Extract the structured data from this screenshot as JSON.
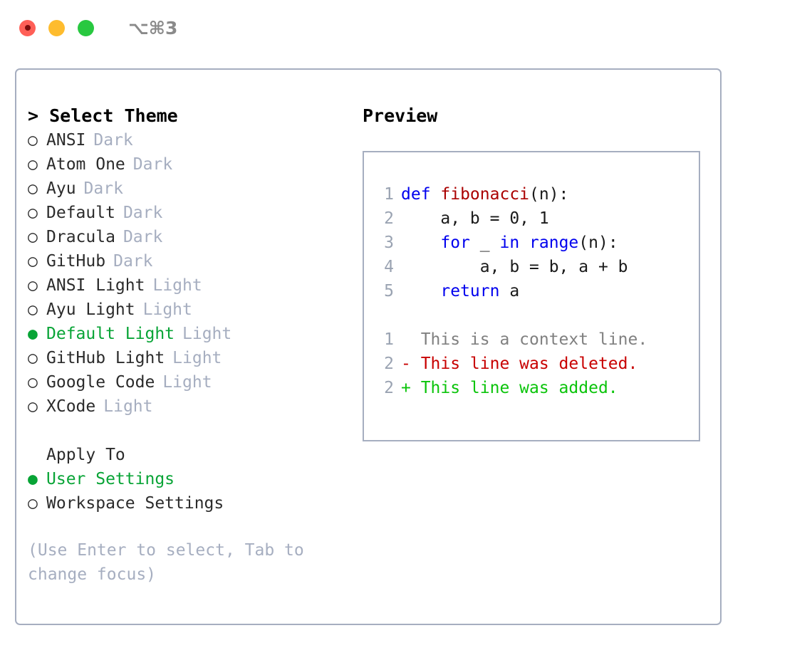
{
  "titlebar": {
    "lights": [
      {
        "name": "close",
        "color": "#ff5f57"
      },
      {
        "name": "minimize",
        "color": "#febc2e"
      },
      {
        "name": "zoom",
        "color": "#28c840"
      }
    ],
    "shortcut": "⌥⌘3"
  },
  "theme_picker": {
    "heading": "> Select Theme",
    "bullet_unselected": "○",
    "bullet_selected": "●",
    "items": [
      {
        "name": "ANSI",
        "tag": "Dark",
        "selected": false
      },
      {
        "name": "Atom One",
        "tag": "Dark",
        "selected": false
      },
      {
        "name": "Ayu",
        "tag": "Dark",
        "selected": false
      },
      {
        "name": "Default",
        "tag": "Dark",
        "selected": false
      },
      {
        "name": "Dracula",
        "tag": "Dark",
        "selected": false
      },
      {
        "name": "GitHub",
        "tag": "Dark",
        "selected": false
      },
      {
        "name": "ANSI Light",
        "tag": "Light",
        "selected": false
      },
      {
        "name": "Ayu Light",
        "tag": "Light",
        "selected": false
      },
      {
        "name": "Default Light",
        "tag": "Light",
        "selected": true
      },
      {
        "name": "GitHub Light",
        "tag": "Light",
        "selected": false
      },
      {
        "name": "Google Code",
        "tag": "Light",
        "selected": false
      },
      {
        "name": "XCode",
        "tag": "Light",
        "selected": false
      }
    ]
  },
  "apply_to": {
    "heading": "Apply To",
    "items": [
      {
        "name": "User Settings",
        "selected": true
      },
      {
        "name": "Workspace Settings",
        "selected": false
      }
    ]
  },
  "hint": "(Use Enter to select, Tab to change focus)",
  "preview": {
    "title": "Preview",
    "code_lines": [
      {
        "no": "1",
        "parts": [
          {
            "t": "def ",
            "c": "kw"
          },
          {
            "t": "fibonacci",
            "c": "fn"
          },
          {
            "t": "(n):",
            "c": "pl"
          }
        ]
      },
      {
        "no": "2",
        "parts": [
          {
            "t": "    a, b = 0, 1",
            "c": "pl"
          }
        ]
      },
      {
        "no": "3",
        "parts": [
          {
            "t": "    ",
            "c": "pl"
          },
          {
            "t": "for",
            "c": "kw"
          },
          {
            "t": " _ ",
            "c": "pl"
          },
          {
            "t": "in",
            "c": "kw"
          },
          {
            "t": " ",
            "c": "pl"
          },
          {
            "t": "range",
            "c": "kw"
          },
          {
            "t": "(n):",
            "c": "pl"
          }
        ]
      },
      {
        "no": "4",
        "parts": [
          {
            "t": "        a, b = b, a + b",
            "c": "pl"
          }
        ]
      },
      {
        "no": "5",
        "parts": [
          {
            "t": "    ",
            "c": "pl"
          },
          {
            "t": "return",
            "c": "kw"
          },
          {
            "t": " a",
            "c": "pl"
          }
        ]
      }
    ],
    "diff_lines": [
      {
        "no": "1",
        "text": "  This is a context line.",
        "c": "ctx"
      },
      {
        "no": "2",
        "text": "- This line was deleted.",
        "c": "del"
      },
      {
        "no": "2",
        "text": "+ This line was added.",
        "c": "add"
      }
    ]
  },
  "colors": {
    "border": "#a6aec0",
    "muted": "#a6aec0",
    "selected_green": "#08a436",
    "keyword_blue": "#0000ee",
    "function_red": "#aa0000",
    "diff_deleted": "#c80000",
    "diff_added": "#0bc40b",
    "line_number": "#9aa3b2"
  }
}
